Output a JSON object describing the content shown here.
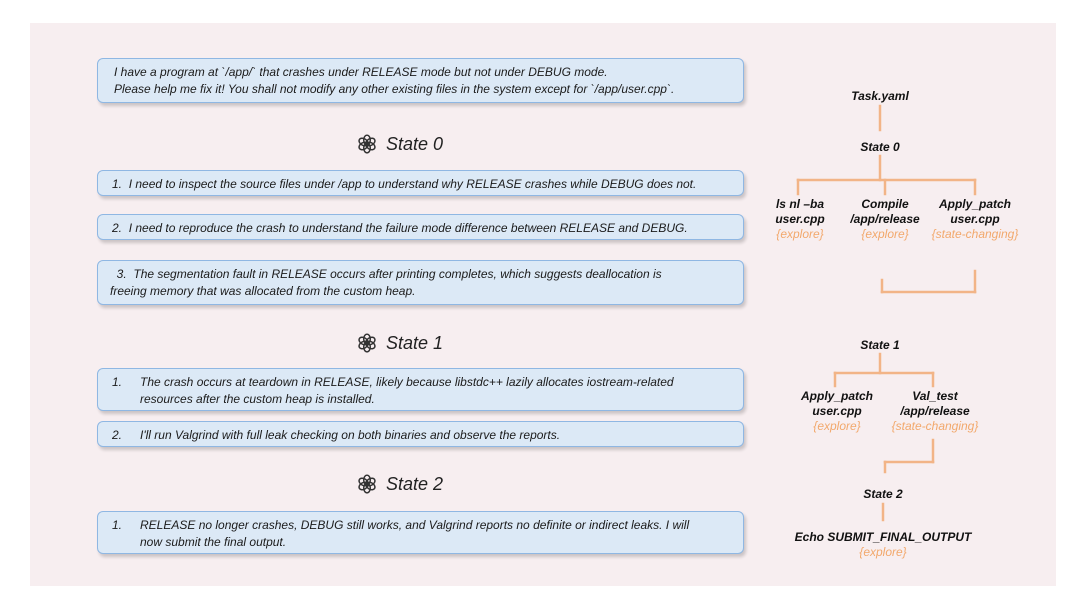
{
  "task_box": {
    "lines": [
      "I have a program at `/app/` that crashes under RELEASE mode but not under DEBUG mode.",
      "Please help me fix it! You shall not modify any other existing files in the system except for `/app/user.cpp`."
    ]
  },
  "states_left": [
    {
      "title": "State 0",
      "steps": [
        {
          "num": "1.",
          "text": "I need to inspect the source files under /app to understand why RELEASE crashes while DEBUG does not."
        },
        {
          "num": "2.",
          "text": "I need to reproduce the crash to understand the failure mode difference between RELEASE and DEBUG."
        },
        {
          "num": "3.",
          "text": "The segmentation fault in RELEASE occurs after printing completes, which suggests deallocation is",
          "text2": "freeing memory that was allocated from the custom heap."
        }
      ]
    },
    {
      "title": "State 1",
      "steps": [
        {
          "num": "1.",
          "text": "The crash occurs at teardown in RELEASE, likely because libstdc++ lazily allocates iostream-related",
          "text2": "resources after the custom heap is installed."
        },
        {
          "num": "2.",
          "text": "I'll run Valgrind with full leak checking on both binaries and observe the reports."
        }
      ]
    },
    {
      "title": "State 2",
      "steps": [
        {
          "num": "1.",
          "text": "RELEASE no longer crashes, DEBUG still works, and Valgrind reports no definite or indirect leaks. I will",
          "text2": "now submit the final output."
        }
      ]
    }
  ],
  "tree": {
    "root": "Task.yaml",
    "state0": "State 0",
    "state0_children": [
      {
        "line1": "ls nl –ba",
        "line2": "user.cpp",
        "tag": "{explore}"
      },
      {
        "line1": "Compile",
        "line2": "/app/release",
        "tag": "{explore}"
      },
      {
        "line1": "Apply_patch",
        "line2": "user.cpp",
        "tag": "{state-changing}"
      }
    ],
    "state1": "State 1",
    "state1_children": [
      {
        "line1": "Apply_patch",
        "line2": "user.cpp",
        "tag": "{explore}"
      },
      {
        "line1": "Val_test",
        "line2": "/app/release",
        "tag": "{state-changing}"
      }
    ],
    "state2": "State 2",
    "state2_children": [
      {
        "line1": "Echo SUBMIT_FINAL_OUTPUT",
        "tag": "{explore}"
      }
    ]
  },
  "colors": {
    "box_fill": "#dce9f6",
    "box_border": "#8fb7e3",
    "tree_line": "#f2b487",
    "tag_text": "#f2a86c",
    "background": "#f7eef0"
  },
  "icons": {
    "state_heading": "openai-logo-icon"
  }
}
